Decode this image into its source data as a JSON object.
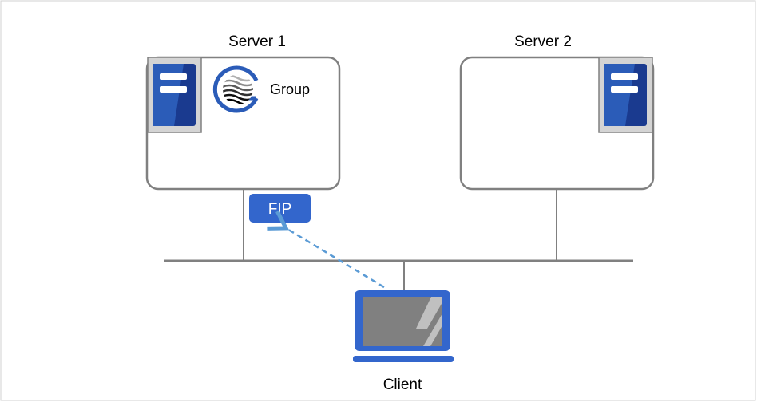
{
  "servers": [
    {
      "label": "Server 1"
    },
    {
      "label": "Server 2"
    }
  ],
  "group": {
    "label": "Group"
  },
  "fip": {
    "label": "FIP"
  },
  "client": {
    "label": "Client"
  },
  "icons": {
    "server": "server-tower-icon",
    "group": "group-swirl-icon",
    "client": "laptop-icon"
  },
  "colors": {
    "server_blue": "#2B5CB8",
    "server_dark": "#1A3A8F",
    "fip_fill": "#3366CC",
    "line_gray": "#808080",
    "arrow_blue": "#5B9BD5",
    "laptop_blue": "#3366CC",
    "screen_gray": "#808080"
  }
}
